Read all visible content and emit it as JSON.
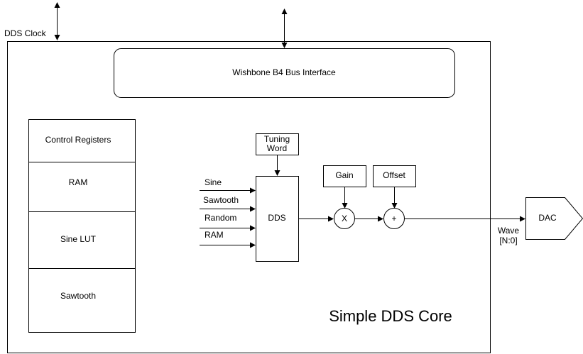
{
  "clock_label": "DDS Clock",
  "bus_label": "Wishbone B4 Bus Interface",
  "memory_blocks": [
    "Control Registers",
    "RAM",
    "Sine LUT",
    "Sawtooth"
  ],
  "tuning_word": [
    "Tuning",
    "Word"
  ],
  "inputs": [
    "Sine",
    "Sawtooth",
    "Random",
    "RAM"
  ],
  "dds_label": "DDS",
  "gain_label": "Gain",
  "offset_label": "Offset",
  "multiply_symbol": "X",
  "add_symbol": "+",
  "output_label": [
    "Wave",
    "[N:0]"
  ],
  "dac_label": "DAC",
  "core_title": "Simple DDS Core"
}
